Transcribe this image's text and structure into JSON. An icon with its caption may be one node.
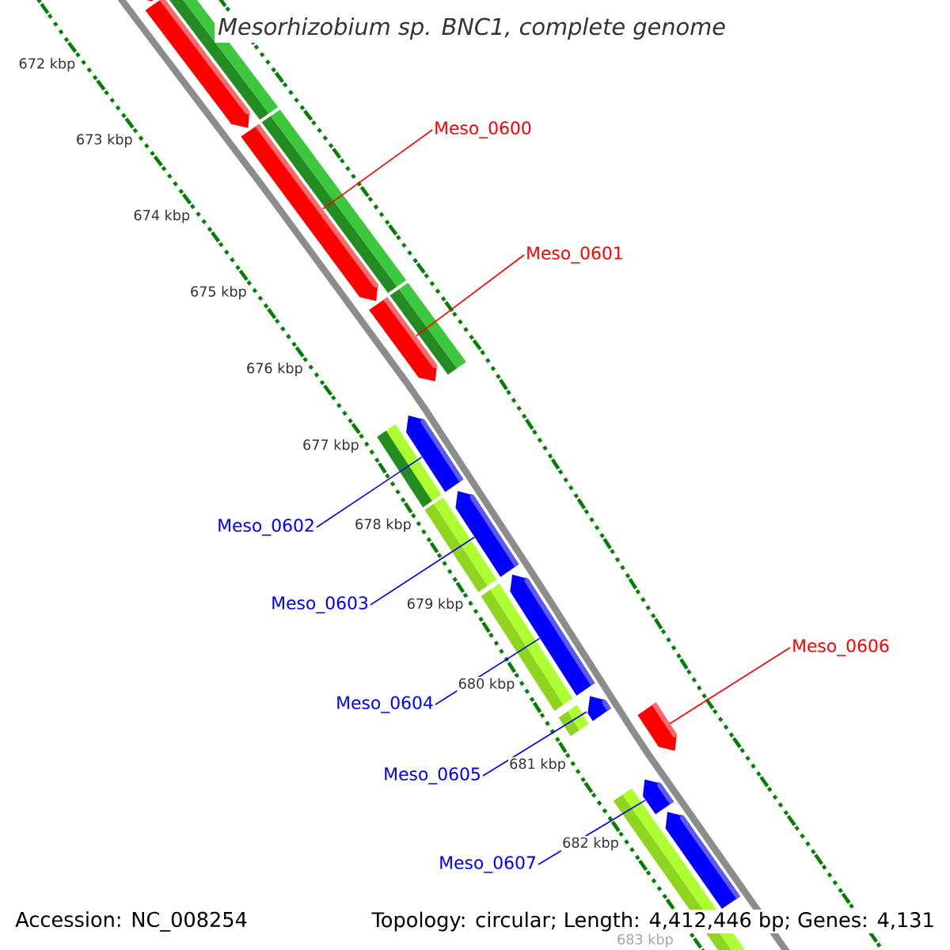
{
  "diagram": {
    "title": "Mesorhizobium sp. BNC1, complete genome",
    "nodes": [
      {
        "text": [
          "Meso_0600"
        ]
      },
      {
        "text": [
          "Meso_0601"
        ]
      },
      {
        "text": [
          "Meso_0602"
        ]
      },
      {
        "text": [
          "Meso_0603"
        ]
      },
      {
        "text": [
          "Meso_0604"
        ]
      },
      {
        "text": [
          "Meso_0605"
        ]
      },
      {
        "text": [
          "Meso_0606"
        ]
      },
      {
        "text": [
          "Meso_0607"
        ]
      },
      {
        "text": [],
        "shape": "pentagon"
      },
      {
        "text": [],
        "shape": "pentagon"
      },
      {
        "text": [],
        "shape": "pentagon"
      },
      {
        "text": [],
        "shape": "pentagon"
      },
      {
        "text": [],
        "shape": "pentagon"
      },
      {
        "text": [],
        "shape": "pentagon"
      },
      {
        "text": [],
        "shape": "pentagon"
      },
      {
        "text": [],
        "shape": "pentagon"
      },
      {
        "text": [],
        "shape": "pentagon"
      },
      {
        "text": [],
        "shape": "pentagon"
      },
      {
        "text": [],
        "shape": "pentagon"
      }
    ],
    "edges": [
      {
        "from": 0,
        "to": 10,
        "arrow": "none",
        "color": "#ff0000"
      },
      {
        "from": 1,
        "to": 11,
        "arrow": "none",
        "color": "#ff0000"
      },
      {
        "from": 2,
        "to": 12,
        "arrow": "none"
      },
      {
        "from": 3,
        "to": 13,
        "arrow": "none"
      },
      {
        "from": 4,
        "to": 14,
        "arrow": "none"
      },
      {
        "from": 5,
        "to": 15,
        "arrow": "none"
      },
      {
        "from": 6,
        "to": 16,
        "arrow": "none",
        "color": "#ff0000"
      },
      {
        "from": 7,
        "to": 17,
        "arrow": "none"
      }
    ],
    "labels": [
      "672 kbp",
      "673 kbp",
      "674 kbp",
      "675 kbp",
      "676 kbp",
      "677 kbp",
      "678 kbp",
      "679 kbp",
      "680 kbp",
      "681 kbp",
      "682 kbp",
      "683 kbp",
      "Accession: NC_008254",
      "Topology: circular; Length: 4,412,446 bp; Genes: 4,131"
    ]
  }
}
